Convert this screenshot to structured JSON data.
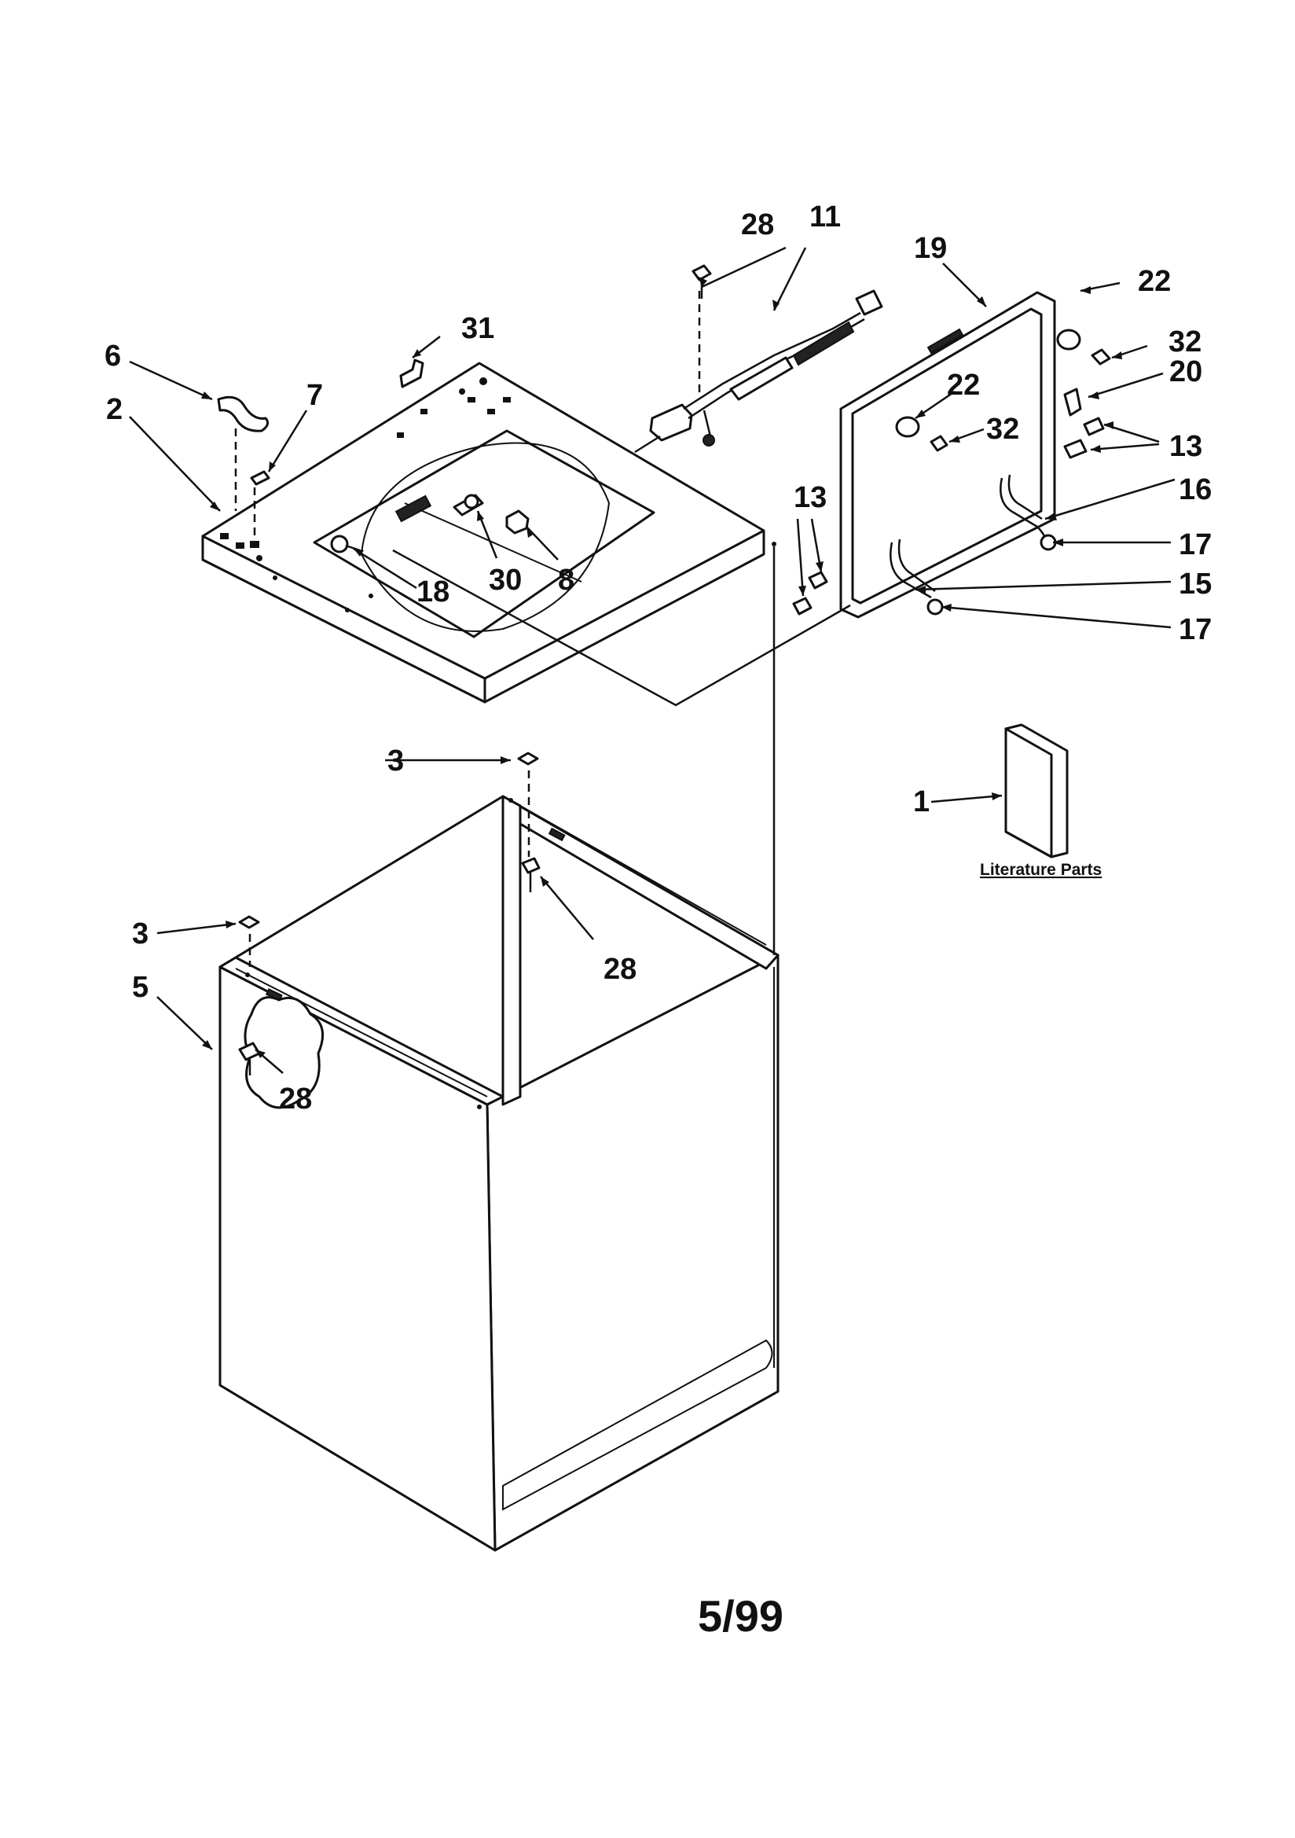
{
  "callouts": {
    "c28_top": "28",
    "c11": "11",
    "c19": "19",
    "c31": "31",
    "c6": "6",
    "c7": "7",
    "c2": "2",
    "c22_top": "22",
    "c32_top": "32",
    "c20": "20",
    "c22_mid": "22",
    "c32_mid": "32",
    "c13_right": "13",
    "c13_left": "13",
    "c16": "16",
    "c17_top": "17",
    "c15": "15",
    "c17_bottom": "17",
    "c18": "18",
    "c30": "30",
    "c8": "8",
    "c3_center": "3",
    "c1": "1",
    "c28_mid": "28",
    "c3_left": "3",
    "c5": "5",
    "c28_left": "28"
  },
  "literature_caption": "Literature Parts",
  "date_code": "5/99"
}
